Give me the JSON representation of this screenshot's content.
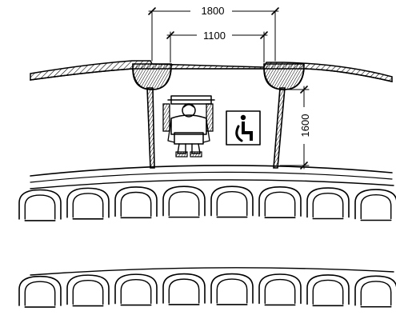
{
  "dimensions": {
    "outer_width": "1800",
    "inner_width": "1100",
    "depth": "1600"
  },
  "symbols": {
    "accessibility_sign": "wheelchair-symbol-icon",
    "wheelchair_user": "wheelchair-user-icon"
  },
  "colors": {
    "ink": "#000000",
    "paper": "#ffffff"
  }
}
